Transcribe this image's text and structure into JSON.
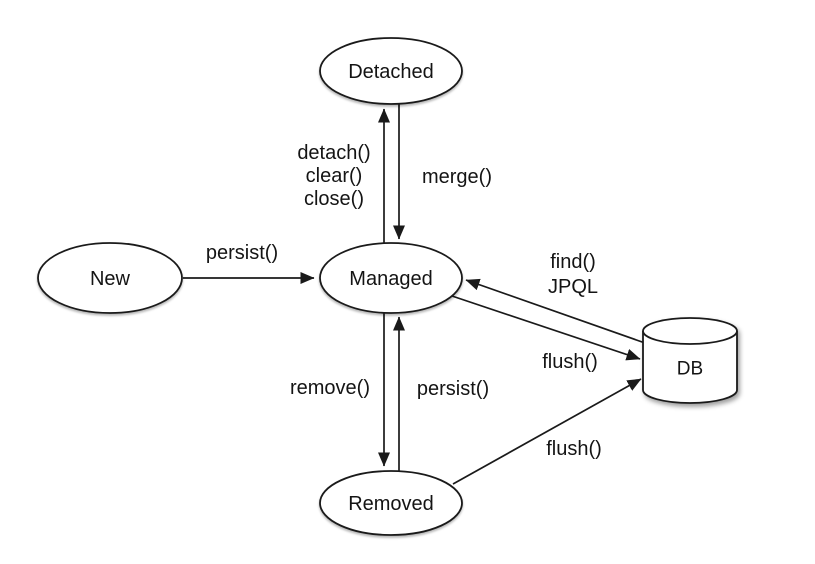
{
  "diagram": {
    "type": "state-diagram",
    "subject": "entity lifecycle states",
    "background_color": "#ffffff",
    "stroke_color": "#1a1a1a",
    "text_color": "#141414",
    "node_fill": "#ffffff",
    "nodes": {
      "new": {
        "label": "New",
        "shape": "ellipse"
      },
      "detached": {
        "label": "Detached",
        "shape": "ellipse"
      },
      "managed": {
        "label": "Managed",
        "shape": "ellipse"
      },
      "removed": {
        "label": "Removed",
        "shape": "ellipse"
      },
      "db": {
        "label": "DB",
        "shape": "cylinder"
      }
    },
    "edges": {
      "persist_new": {
        "from": "new",
        "to": "managed",
        "label": "persist()"
      },
      "detach": {
        "from": "managed",
        "to": "detached",
        "labels": [
          "detach()",
          "clear()",
          "close()"
        ]
      },
      "merge": {
        "from": "detached",
        "to": "managed",
        "label": "merge()"
      },
      "remove": {
        "from": "managed",
        "to": "removed",
        "label": "remove()"
      },
      "persist_removed": {
        "from": "removed",
        "to": "managed",
        "label": "persist()"
      },
      "find_jpql": {
        "from": "db",
        "to": "managed",
        "labels": [
          "find()",
          "JPQL"
        ]
      },
      "flush_managed": {
        "from": "managed",
        "to": "db",
        "label": "flush()"
      },
      "flush_removed": {
        "from": "removed",
        "to": "db",
        "label": "flush()"
      }
    }
  }
}
